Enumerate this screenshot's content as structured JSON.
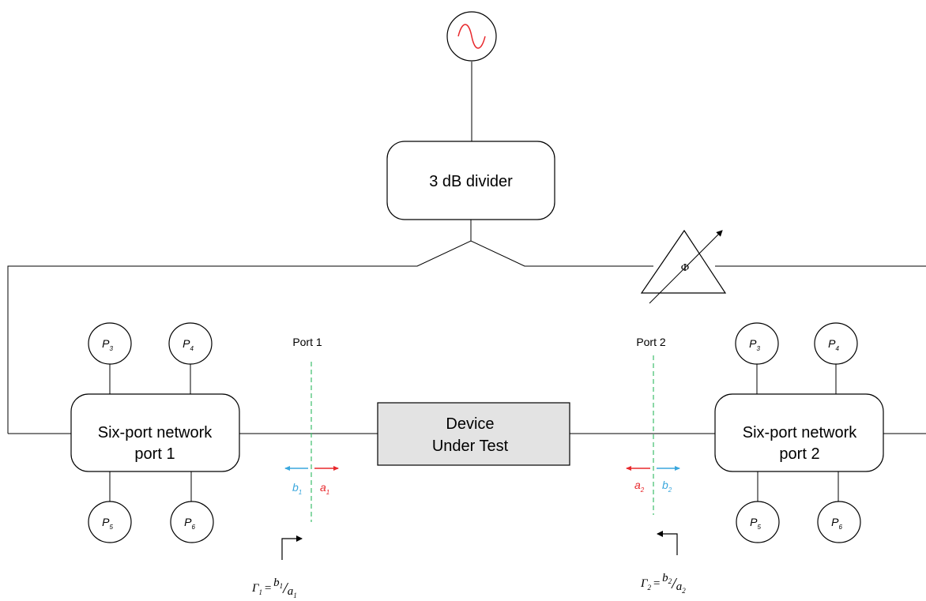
{
  "divider": {
    "label": "3 dB divider"
  },
  "phase_shifter": {
    "symbol": "Φ"
  },
  "dut": {
    "line1": "Device",
    "line2": "Under Test"
  },
  "network1": {
    "line1": "Six-port network",
    "line2": "port 1",
    "detectors": [
      {
        "main": "P",
        "sub": "3"
      },
      {
        "main": "P",
        "sub": "4"
      },
      {
        "main": "P",
        "sub": "5"
      },
      {
        "main": "P",
        "sub": "6"
      }
    ]
  },
  "network2": {
    "line1": "Six-port network",
    "line2": "port 2",
    "detectors": [
      {
        "main": "P",
        "sub": "3"
      },
      {
        "main": "P",
        "sub": "4"
      },
      {
        "main": "P",
        "sub": "5"
      },
      {
        "main": "P",
        "sub": "6"
      }
    ]
  },
  "port1": {
    "label": "Port 1",
    "wave_left": {
      "main": "b",
      "sub": "1"
    },
    "wave_right": {
      "main": "a",
      "sub": "1"
    },
    "gamma": {
      "symbol": "Γ",
      "sub": "1",
      "eq": "=",
      "num": "b",
      "num_sub": "1",
      "slash": "/",
      "den": "a",
      "den_sub": "1"
    }
  },
  "port2": {
    "label": "Port 2",
    "wave_left": {
      "main": "a",
      "sub": "2"
    },
    "wave_right": {
      "main": "b",
      "sub": "2"
    },
    "gamma": {
      "symbol": "Γ",
      "sub": "2",
      "eq": "=",
      "num": "b",
      "num_sub": "2",
      "slash": "/",
      "den": "a",
      "den_sub": "2"
    }
  },
  "colors": {
    "wave_b": "#3aa7dd",
    "wave_a": "#e8282c",
    "ref_plane": "#3dbf6c",
    "dut_fill": "#e3e3e3",
    "source_wave": "#e8282c"
  }
}
